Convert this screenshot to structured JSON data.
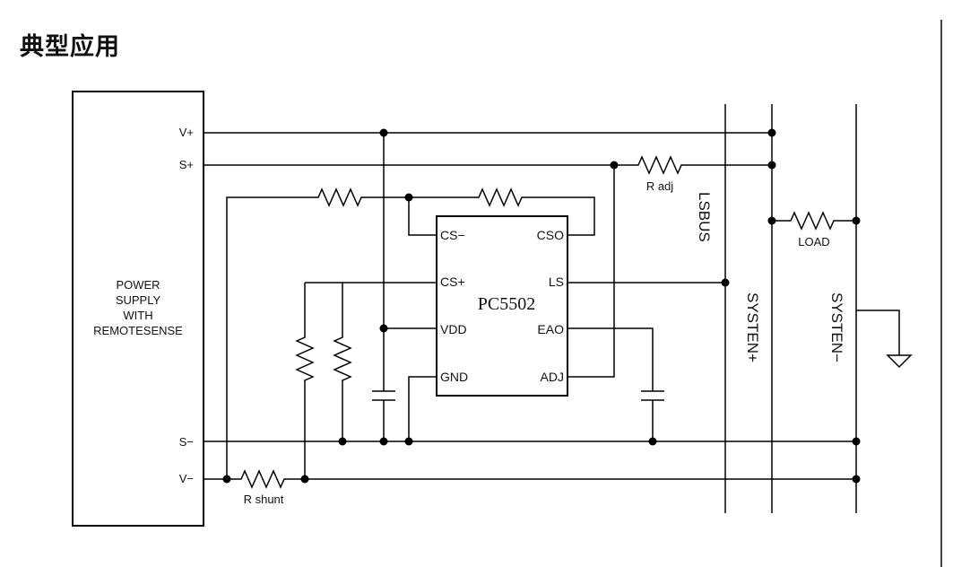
{
  "page": {
    "title": "典型应用"
  },
  "supply": {
    "lines": [
      "POWER",
      "SUPPLY",
      "WITH",
      "REMOTESENSE"
    ]
  },
  "supply_pins": {
    "vplus": "V+",
    "splus": "S+",
    "sminus": "S−",
    "vminus": "V−"
  },
  "chip": {
    "name": "PC5502",
    "pins": {
      "cs_minus": "CS−",
      "cso": "CSO",
      "cs_plus": "CS+",
      "ls": "LS",
      "vdd": "VDD",
      "eao": "EAO",
      "gnd": "GND",
      "adj": "ADJ"
    }
  },
  "components": {
    "r_adj": "R adj",
    "r_shunt": "R shunt",
    "load": "LOAD"
  },
  "buses": {
    "lsbus": "LSBUS",
    "sys_plus": "SYSTEN+",
    "sys_minus": "SYSTEN−"
  }
}
